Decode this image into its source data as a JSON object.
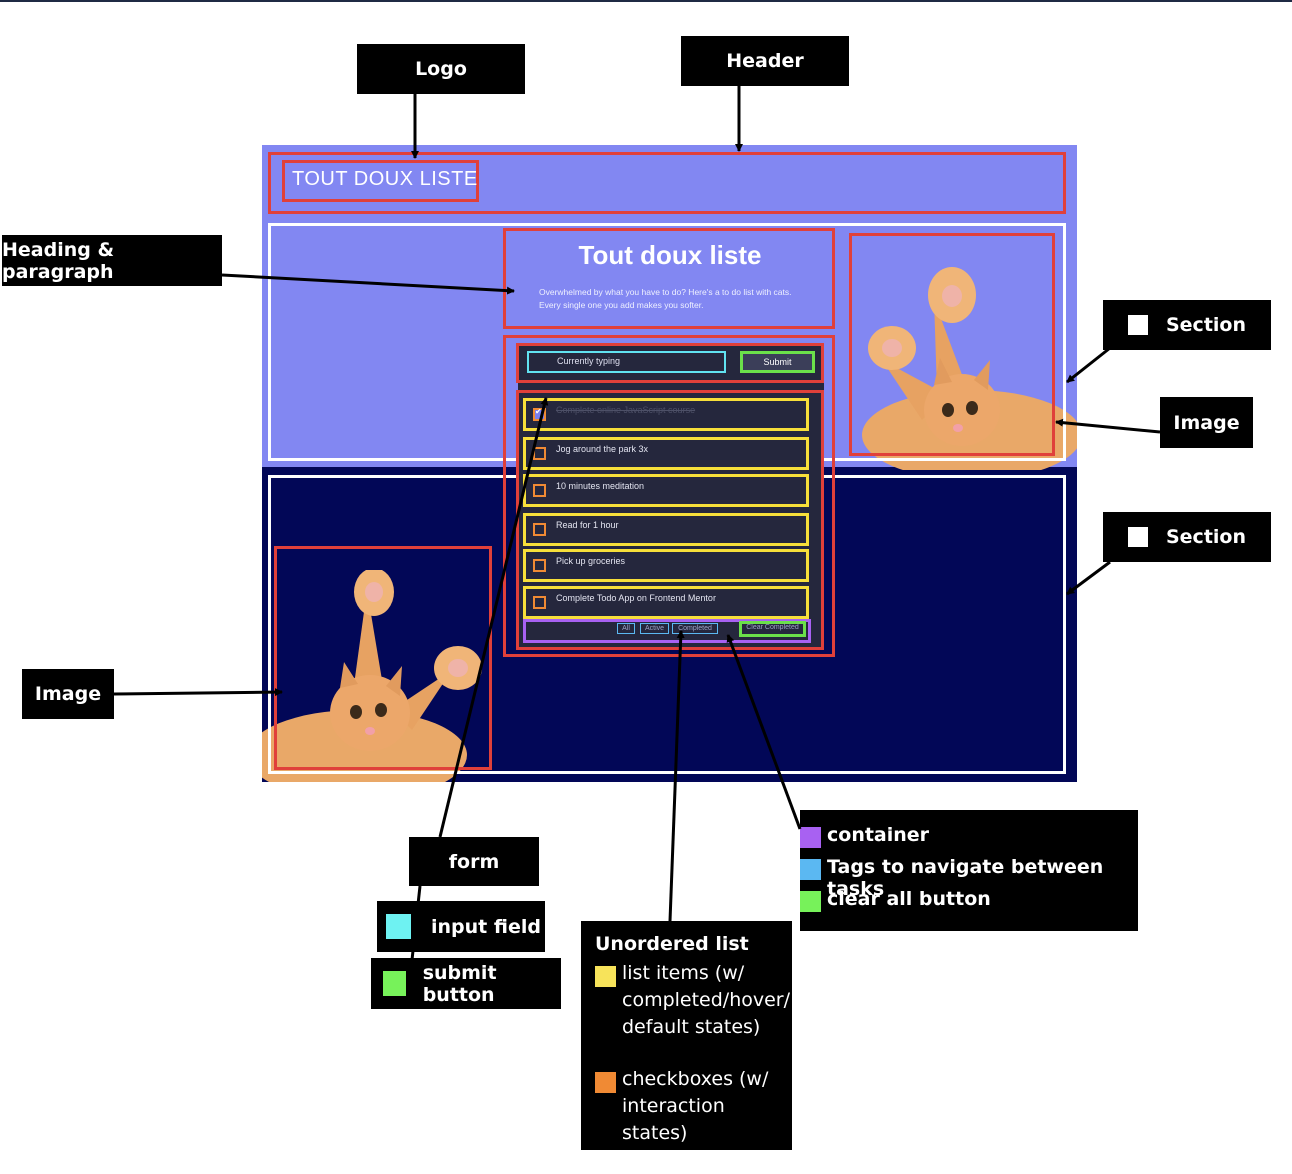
{
  "labels": {
    "logo": "Logo",
    "header": "Header",
    "heading_paragraph": "Heading & paragraph",
    "section_top": "Section",
    "image_right": "Image",
    "section_bottom": "Section",
    "image_left": "Image",
    "form": "form"
  },
  "form_legend": {
    "input_field": "input field",
    "submit_button": "submit button",
    "colors": {
      "input": "#6ef2f2",
      "submit": "#77f25a"
    }
  },
  "list_legend": {
    "title": "Unordered list",
    "list_items": "list items (w/ completed/hover/ default states)",
    "checkboxes": "checkboxes (w/ interaction states)",
    "colors": {
      "list_items": "#f7e35a",
      "checkboxes": "#f08a34"
    }
  },
  "footer_legend": {
    "container": "container",
    "tags": "Tags to navigate between tasks",
    "clear_all": "clear all button",
    "colors": {
      "container": "#a861f2",
      "tags": "#5bb8f2",
      "clear_all": "#77f25a"
    }
  },
  "app": {
    "logo_text": "TOUT DOUX LISTE",
    "title": "Tout doux liste",
    "paragraph": "Overwhelmed by what you have to do? Here's a to do list with cats. Every single one you add makes you softer.",
    "input_value": "Currently typing",
    "submit_label": "Submit",
    "todos": [
      {
        "text": "Complete online JavaScript course",
        "completed": true
      },
      {
        "text": "Jog around the park 3x",
        "completed": false
      },
      {
        "text": "10 minutes meditation",
        "completed": false
      },
      {
        "text": "Read for 1 hour",
        "completed": false
      },
      {
        "text": "Pick up groceries",
        "completed": false
      },
      {
        "text": "Complete Todo App on Frontend Mentor",
        "completed": false
      }
    ],
    "filters": [
      "All",
      "Active",
      "Completed"
    ],
    "clear_label": "Clear Completed",
    "colors": {
      "header_bg": "#8287f2",
      "bottom_bg": "#020757",
      "panel_bg": "#25273d",
      "outline_red": "#e0403a"
    }
  }
}
